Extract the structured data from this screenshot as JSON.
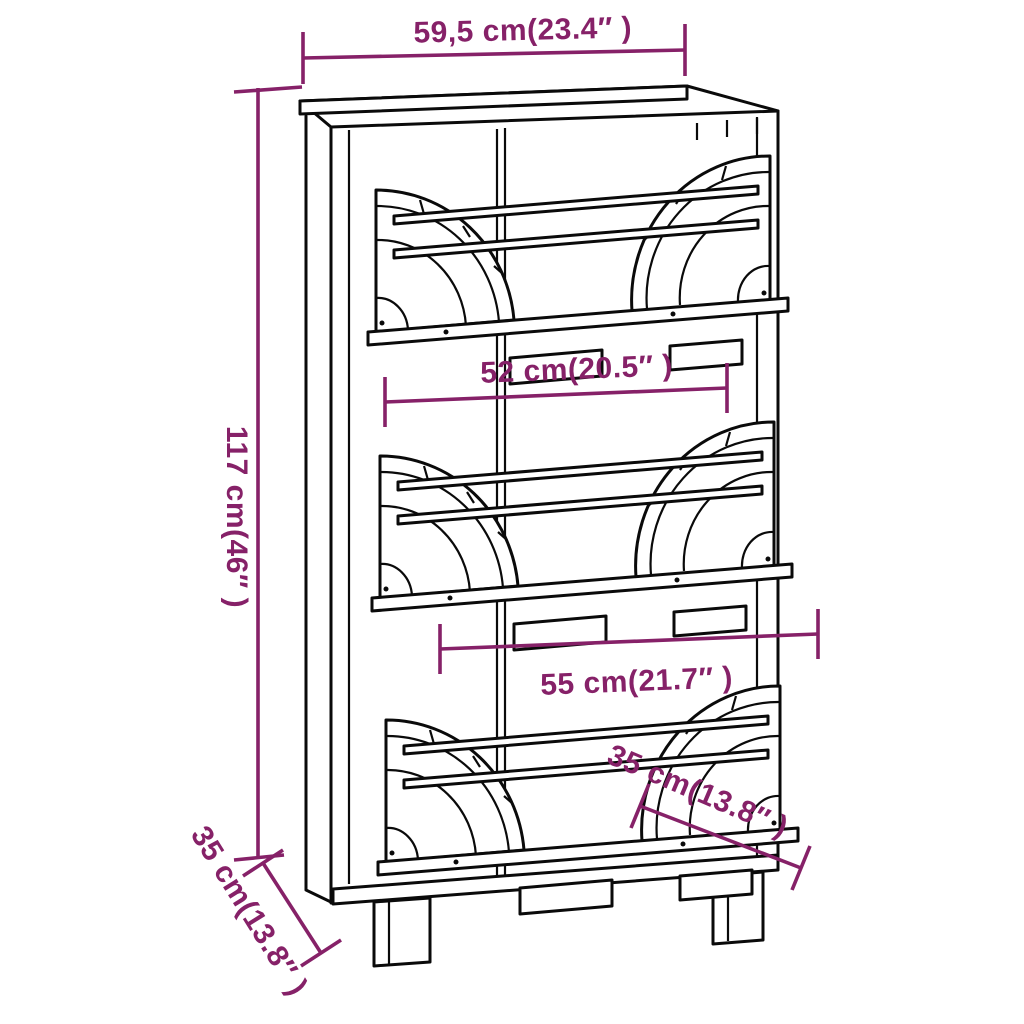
{
  "page": {
    "background_color": "#ffffff"
  },
  "diagram": {
    "subject": "Shoe cabinet with three flip-down compartments - dimension drawing",
    "accent_color": "#862168",
    "line_color": "#0a0a0a",
    "dimensions": {
      "width_top": {
        "label": "59,5 cm(23.4″ )",
        "cm": "59,5",
        "inches": "23.4"
      },
      "height_left": {
        "label": "117 cm(46″ )",
        "cm": "117",
        "inches": "46"
      },
      "depth_left": {
        "label": "35 cm(13.8″ )",
        "cm": "35",
        "inches": "13.8"
      },
      "inner_width_upper": {
        "label": "52 cm(20.5″ )",
        "cm": "52",
        "inches": "20.5"
      },
      "inner_width_lower": {
        "label": "55 cm(21.7″ )",
        "cm": "55",
        "inches": "21.7"
      },
      "flap_depth_right": {
        "label": "35 cm(13.8″ )",
        "cm": "35",
        "inches": "13.8"
      }
    }
  }
}
